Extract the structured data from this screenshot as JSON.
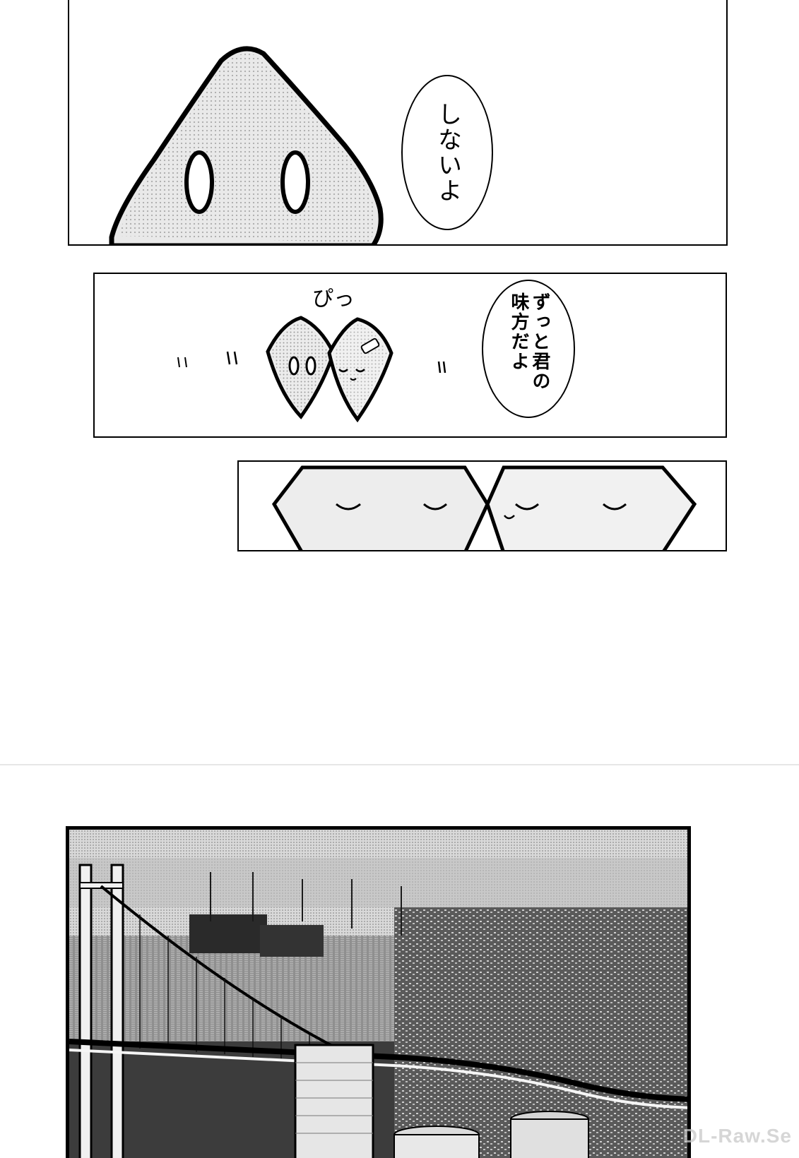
{
  "panels": {
    "panel1": {
      "speech": "しないよ"
    },
    "panel2": {
      "speech": "ずっと君の味方だよ",
      "sfx_pi": "ぴっ",
      "sfx_left": ""
    },
    "panel3": {},
    "panel4": {}
  },
  "watermark": "DL-Raw.Se"
}
